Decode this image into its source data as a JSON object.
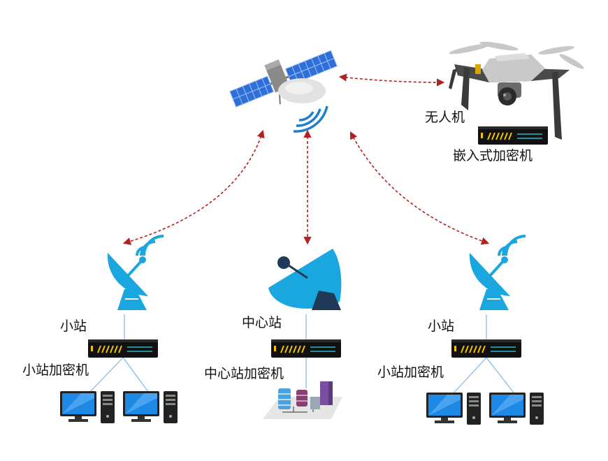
{
  "nodes": {
    "drone": {
      "label": "无人机"
    },
    "embedded_encryptor": {
      "label": "嵌入式加密机"
    },
    "left_station": {
      "label": "小站",
      "encryptor_label": "小站加密机"
    },
    "center_station": {
      "label": "中心站",
      "encryptor_label": "中心站加密机"
    },
    "right_station": {
      "label": "小站",
      "encryptor_label": "小站加密机"
    }
  },
  "links": [
    {
      "from": "satellite",
      "to": "drone",
      "style": "dashed",
      "arrows": "both"
    },
    {
      "from": "satellite",
      "to": "left_station",
      "style": "dashed",
      "arrows": "both"
    },
    {
      "from": "satellite",
      "to": "center_station",
      "style": "dashed",
      "arrows": "both"
    },
    {
      "from": "satellite",
      "to": "right_station",
      "style": "dashed",
      "arrows": "both"
    }
  ],
  "colors": {
    "link": "#b22222",
    "dish": "#1aa7e0",
    "signal": "#1e7fd1",
    "device_body": "#111111",
    "device_led": "#f2c200",
    "device_stripe": "#2fb6c8",
    "monitor": "#1e88e5"
  }
}
